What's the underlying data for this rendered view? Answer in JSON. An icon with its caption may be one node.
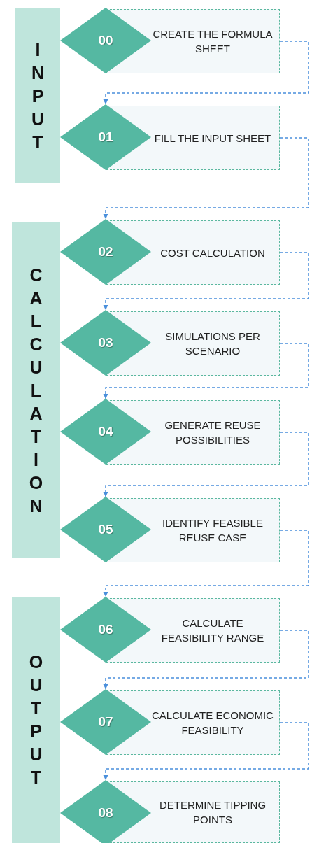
{
  "diagram": {
    "nodes": [
      {
        "text": [
          "INPUT"
        ]
      },
      {
        "text": [
          "00"
        ]
      },
      {
        "text": [
          "CREATE THE FORMULA SHEET"
        ]
      },
      {
        "text": [
          "01"
        ]
      },
      {
        "text": [
          "FILL THE INPUT SHEET"
        ]
      },
      {
        "text": [
          "CALCULATION"
        ]
      },
      {
        "text": [
          "02"
        ]
      },
      {
        "text": [
          "COST CALCULATION"
        ]
      },
      {
        "text": [
          "03"
        ]
      },
      {
        "text": [
          "SIMULATIONS PER SCENARIO"
        ]
      },
      {
        "text": [
          "04"
        ]
      },
      {
        "text": [
          "GENERATE REUSE POSSIBILITIES"
        ]
      },
      {
        "text": [
          "05"
        ]
      },
      {
        "text": [
          "IDENTIFY FEASIBLE REUSE CASE"
        ]
      },
      {
        "text": [
          "OUTPUT"
        ]
      },
      {
        "text": [
          "06"
        ]
      },
      {
        "text": [
          "CALCULATE FEASIBILITY RANGE"
        ]
      },
      {
        "text": [
          "07"
        ]
      },
      {
        "text": [
          "CALCULATE ECONOMIC FEASIBILITY"
        ]
      },
      {
        "text": [
          "08"
        ]
      },
      {
        "text": [
          "DETERMINE TIPPING POINTS"
        ]
      }
    ],
    "edges": [
      {
        "from": 2,
        "to": 3,
        "arrow": "to",
        "style": "dashed"
      },
      {
        "from": 4,
        "to": 6,
        "arrow": "to",
        "style": "dashed"
      },
      {
        "from": 7,
        "to": 8,
        "arrow": "to",
        "style": "dashed"
      },
      {
        "from": 9,
        "to": 10,
        "arrow": "to",
        "style": "dashed"
      },
      {
        "from": 11,
        "to": 12,
        "arrow": "to",
        "style": "dashed"
      },
      {
        "from": 13,
        "to": 15,
        "arrow": "to",
        "style": "dashed"
      },
      {
        "from": 16,
        "to": 17,
        "arrow": "to",
        "style": "dashed"
      },
      {
        "from": 18,
        "to": 19,
        "arrow": "to",
        "style": "dashed"
      }
    ]
  }
}
